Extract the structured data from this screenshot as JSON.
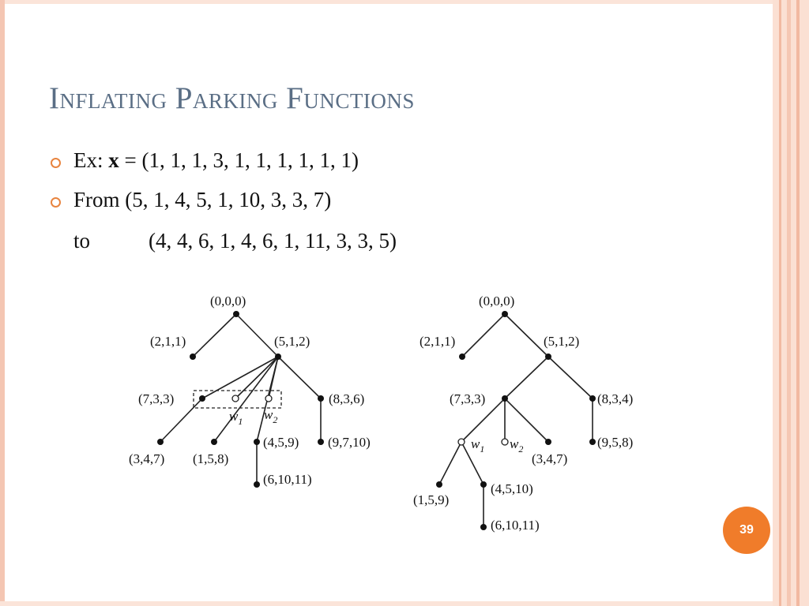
{
  "slide": {
    "title": "Inflating Parking Functions",
    "page_number": "39"
  },
  "bullets": [
    {
      "prefix": "Ex: ",
      "bold": "x",
      "suffix": " = (1, 1, 1, 3, 1, 1, 1, 1, 1, 1)"
    },
    {
      "text": "From (5, 1, 4, 5, 1, 10, 3, 3, 7)"
    }
  ],
  "continuation": {
    "to": "to",
    "value": "(4, 4, 6, 1, 4, 6, 1, 11, 3, 3, 5)"
  },
  "figure": {
    "left_tree": {
      "labels": [
        "(0,0,0)",
        "(2,1,1)",
        "(5,1,2)",
        "(7,3,3)",
        "(8,3,6)",
        "(3,4,7)",
        "(1,5,8)",
        "(4,5,9)",
        "(9,7,10)",
        "(6,10,11)"
      ],
      "w1": "w",
      "w1_sub": "1",
      "w2": "w",
      "w2_sub": "2"
    },
    "right_tree": {
      "labels": [
        "(0,0,0)",
        "(2,1,1)",
        "(5,1,2)",
        "(7,3,3)",
        "(8,3,4)",
        "(3,4,7)",
        "(9,5,8)",
        "(1,5,9)",
        "(4,5,10)",
        "(6,10,11)"
      ],
      "w1": "w",
      "w1_sub": "1",
      "w2": "w",
      "w2_sub": "2"
    }
  },
  "colors": {
    "title": "#5a6e85",
    "bullet": "#e8843f",
    "badge": "#f07c2a",
    "frame": "#f4c6b3"
  }
}
